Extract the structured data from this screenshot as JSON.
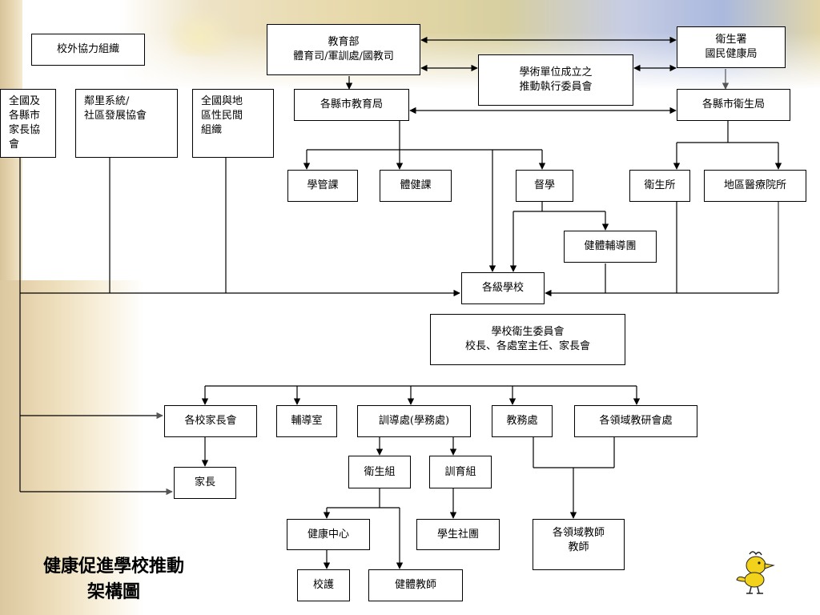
{
  "title": {
    "line1": "健康促進學校推動",
    "line2": "架構圖"
  },
  "nodes": {
    "outside_org": "校外協力組織",
    "moe": {
      "line1": "教育部",
      "line2": "體育司/軍訓處/國教司"
    },
    "doh": {
      "line1": "衛生署",
      "line2": "國民健康局"
    },
    "academic_committee": {
      "line1": "學術單位成立之",
      "line2": "推動執行委員會"
    },
    "parents_assoc": {
      "line1": "全國及",
      "line2": "各縣市",
      "line3": "家長協",
      "line4": "會"
    },
    "community": {
      "line1": "鄰里系統/",
      "line2": "社區發展協會"
    },
    "ngo": {
      "line1": "全國與地",
      "line2": "區性民間",
      "line3": "組織"
    },
    "county_edu": "各縣市教育局",
    "county_health": "各縣市衛生局",
    "school_mgmt": "學管課",
    "pe_health": "體健課",
    "supervisor": "督學",
    "health_station": "衛生所",
    "local_hospital": "地區醫療院所",
    "fitness_team": "健體輔導團",
    "schools": "各級學校",
    "school_health_committee": {
      "line1": "學校衛生委員會",
      "line2": "校長、各處室主任、家長會"
    },
    "school_parents": "各校家長會",
    "counseling": "輔導室",
    "student_affairs": "訓導處(學務處)",
    "academic_affairs": "教務處",
    "teaching_research": "各領域教研會處",
    "parents": "家長",
    "health_section": "衛生組",
    "discipline_section": "訓育組",
    "health_center": "健康中心",
    "student_clubs": "學生社團",
    "domain_teachers": {
      "line1": "各領域教師",
      "line2": "教師"
    },
    "school_nurse": "校護",
    "pe_teachers": "健體教師"
  }
}
